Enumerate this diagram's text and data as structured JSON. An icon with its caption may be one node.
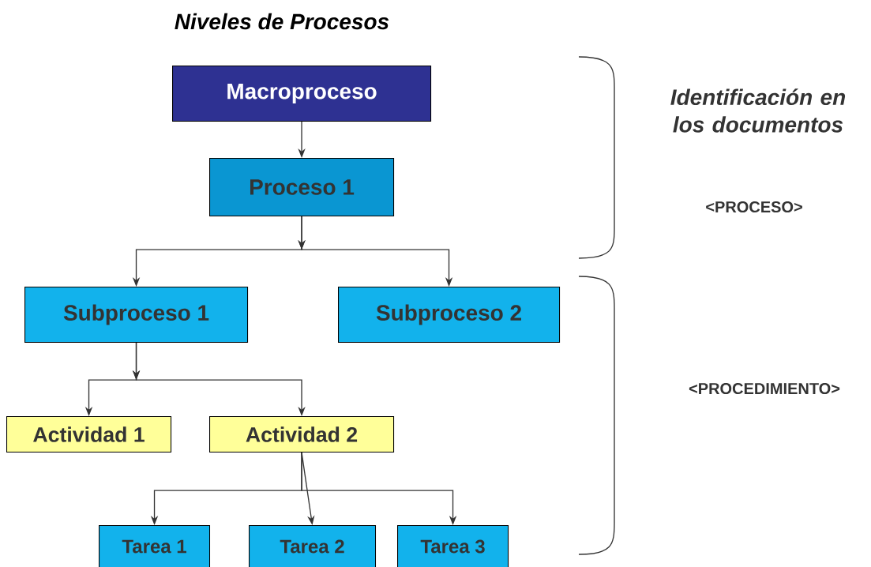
{
  "diagram": {
    "title": "Niveles de Procesos",
    "nodes": [
      {
        "text": [
          "Macroproceso"
        ]
      },
      {
        "text": [
          "Proceso 1"
        ]
      },
      {
        "text": [
          "Subproceso 1"
        ]
      },
      {
        "text": [
          "Subproceso 2"
        ]
      },
      {
        "text": [
          "Actividad 1"
        ]
      },
      {
        "text": [
          "Actividad 2"
        ]
      },
      {
        "text": [
          "Tarea 1"
        ]
      },
      {
        "text": [
          "Tarea 2"
        ]
      },
      {
        "text": [
          "Tarea 3"
        ]
      }
    ],
    "edges": [
      {
        "from": 0,
        "to": 1,
        "arrow": "to"
      },
      {
        "from": 1,
        "to": 2,
        "arrow": "to"
      },
      {
        "from": 1,
        "to": 3,
        "arrow": "to"
      },
      {
        "from": 2,
        "to": 4,
        "arrow": "to"
      },
      {
        "from": 2,
        "to": 5,
        "arrow": "to"
      },
      {
        "from": 5,
        "to": 6,
        "arrow": "to"
      },
      {
        "from": 5,
        "to": 7,
        "arrow": "to"
      },
      {
        "from": 5,
        "to": 8,
        "arrow": "to"
      }
    ],
    "labels": [
      "Identificación en los documentos",
      "<PROCESO>",
      "<PROCEDIMIENTO>"
    ]
  }
}
